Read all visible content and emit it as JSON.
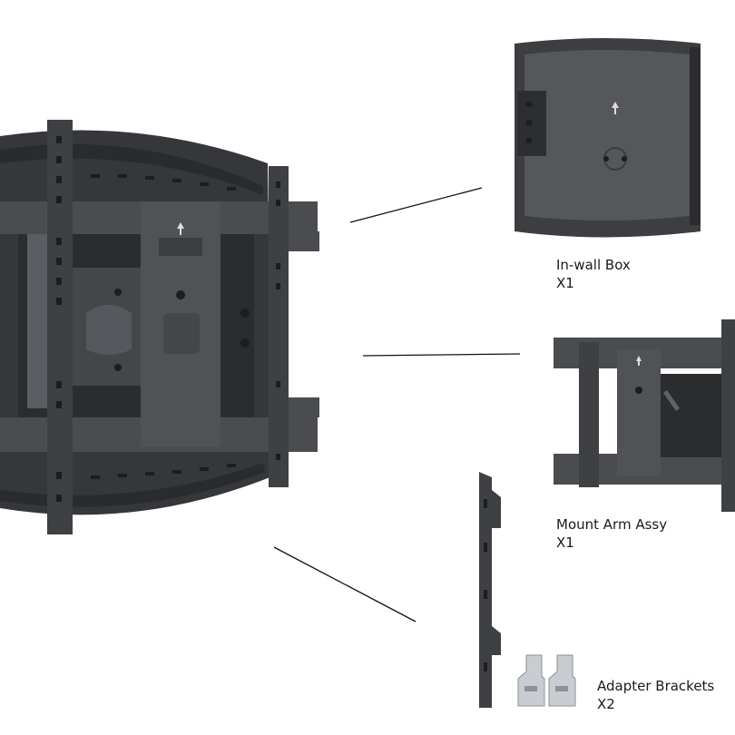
{
  "parts": [
    {
      "id": "in-wall-box",
      "name": "In-wall Box",
      "qty": "X1"
    },
    {
      "id": "mount-arm-assy",
      "name": "Mount Arm Assy",
      "qty": "X1"
    },
    {
      "id": "adapter-brackets",
      "name": "Adapter Brackets",
      "qty": "X2"
    }
  ],
  "colors": {
    "metal_dark": "#3a3c3f",
    "metal_mid": "#4a4c50",
    "metal_light": "#6b6e72",
    "hole": "#1c1d1f",
    "chrome": "#c9ccd0",
    "leader": "#111111",
    "text": "#1a1a1a"
  },
  "icons": [
    "up-arrow-icon"
  ]
}
